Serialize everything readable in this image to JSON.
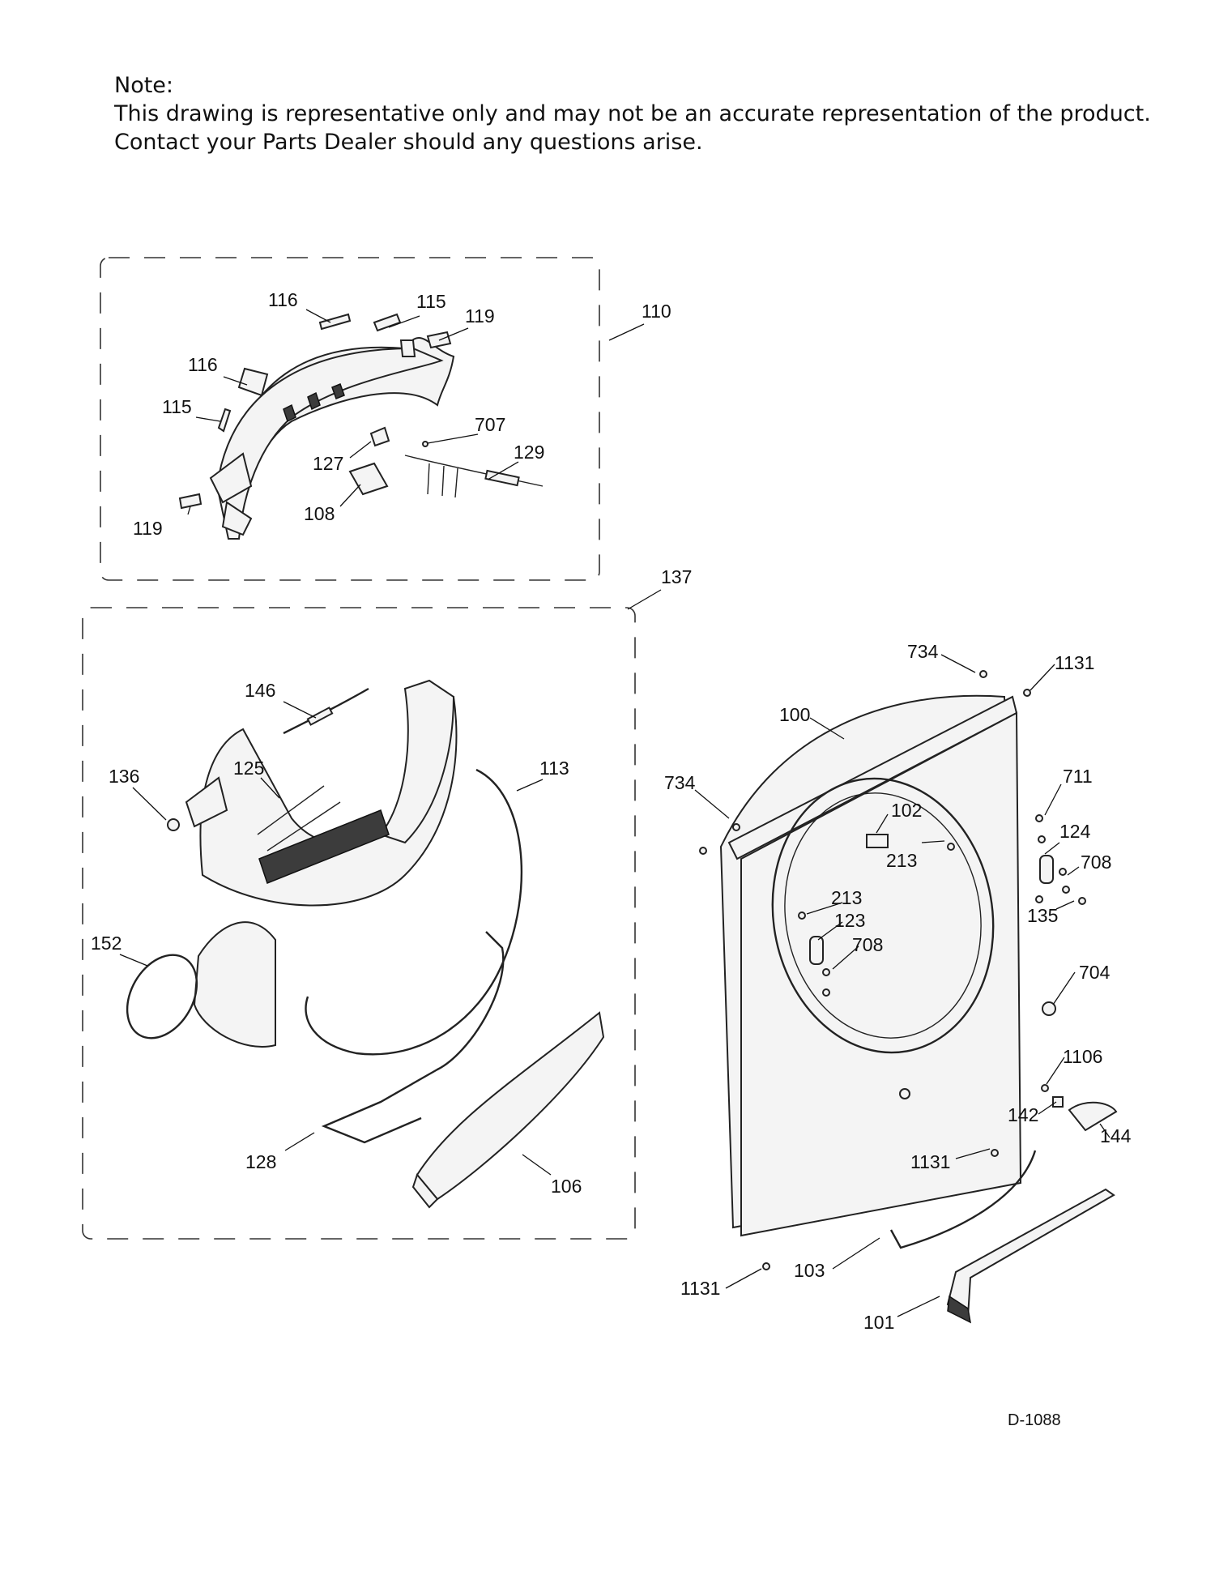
{
  "note": {
    "heading": "Note:",
    "line1": "This drawing is representative only and may not be an accurate representation of the product.",
    "line2": "Contact your Parts Dealer should any questions arise."
  },
  "drawing_id": "D-1088",
  "callouts": {
    "c116a": "116",
    "c115a": "115",
    "c119a": "119",
    "c110": "110",
    "c116b": "116",
    "c115b": "115",
    "c707": "707",
    "c127": "127",
    "c129": "129",
    "c108": "108",
    "c119b": "119",
    "c137": "137",
    "c146": "146",
    "c136": "136",
    "c125": "125",
    "c113": "113",
    "c152": "152",
    "c128": "128",
    "c106": "106",
    "c734a": "734",
    "c1131a": "1131",
    "c100": "100",
    "c734b": "734",
    "c711": "711",
    "c102": "102",
    "c124": "124",
    "c213a": "213",
    "c708a": "708",
    "c213b": "213",
    "c135": "135",
    "c123": "123",
    "c708b": "708",
    "c704": "704",
    "c1106": "1106",
    "c142": "142",
    "c144": "144",
    "c1131b": "1131",
    "c1131c": "1131",
    "c103": "103",
    "c101": "101"
  }
}
